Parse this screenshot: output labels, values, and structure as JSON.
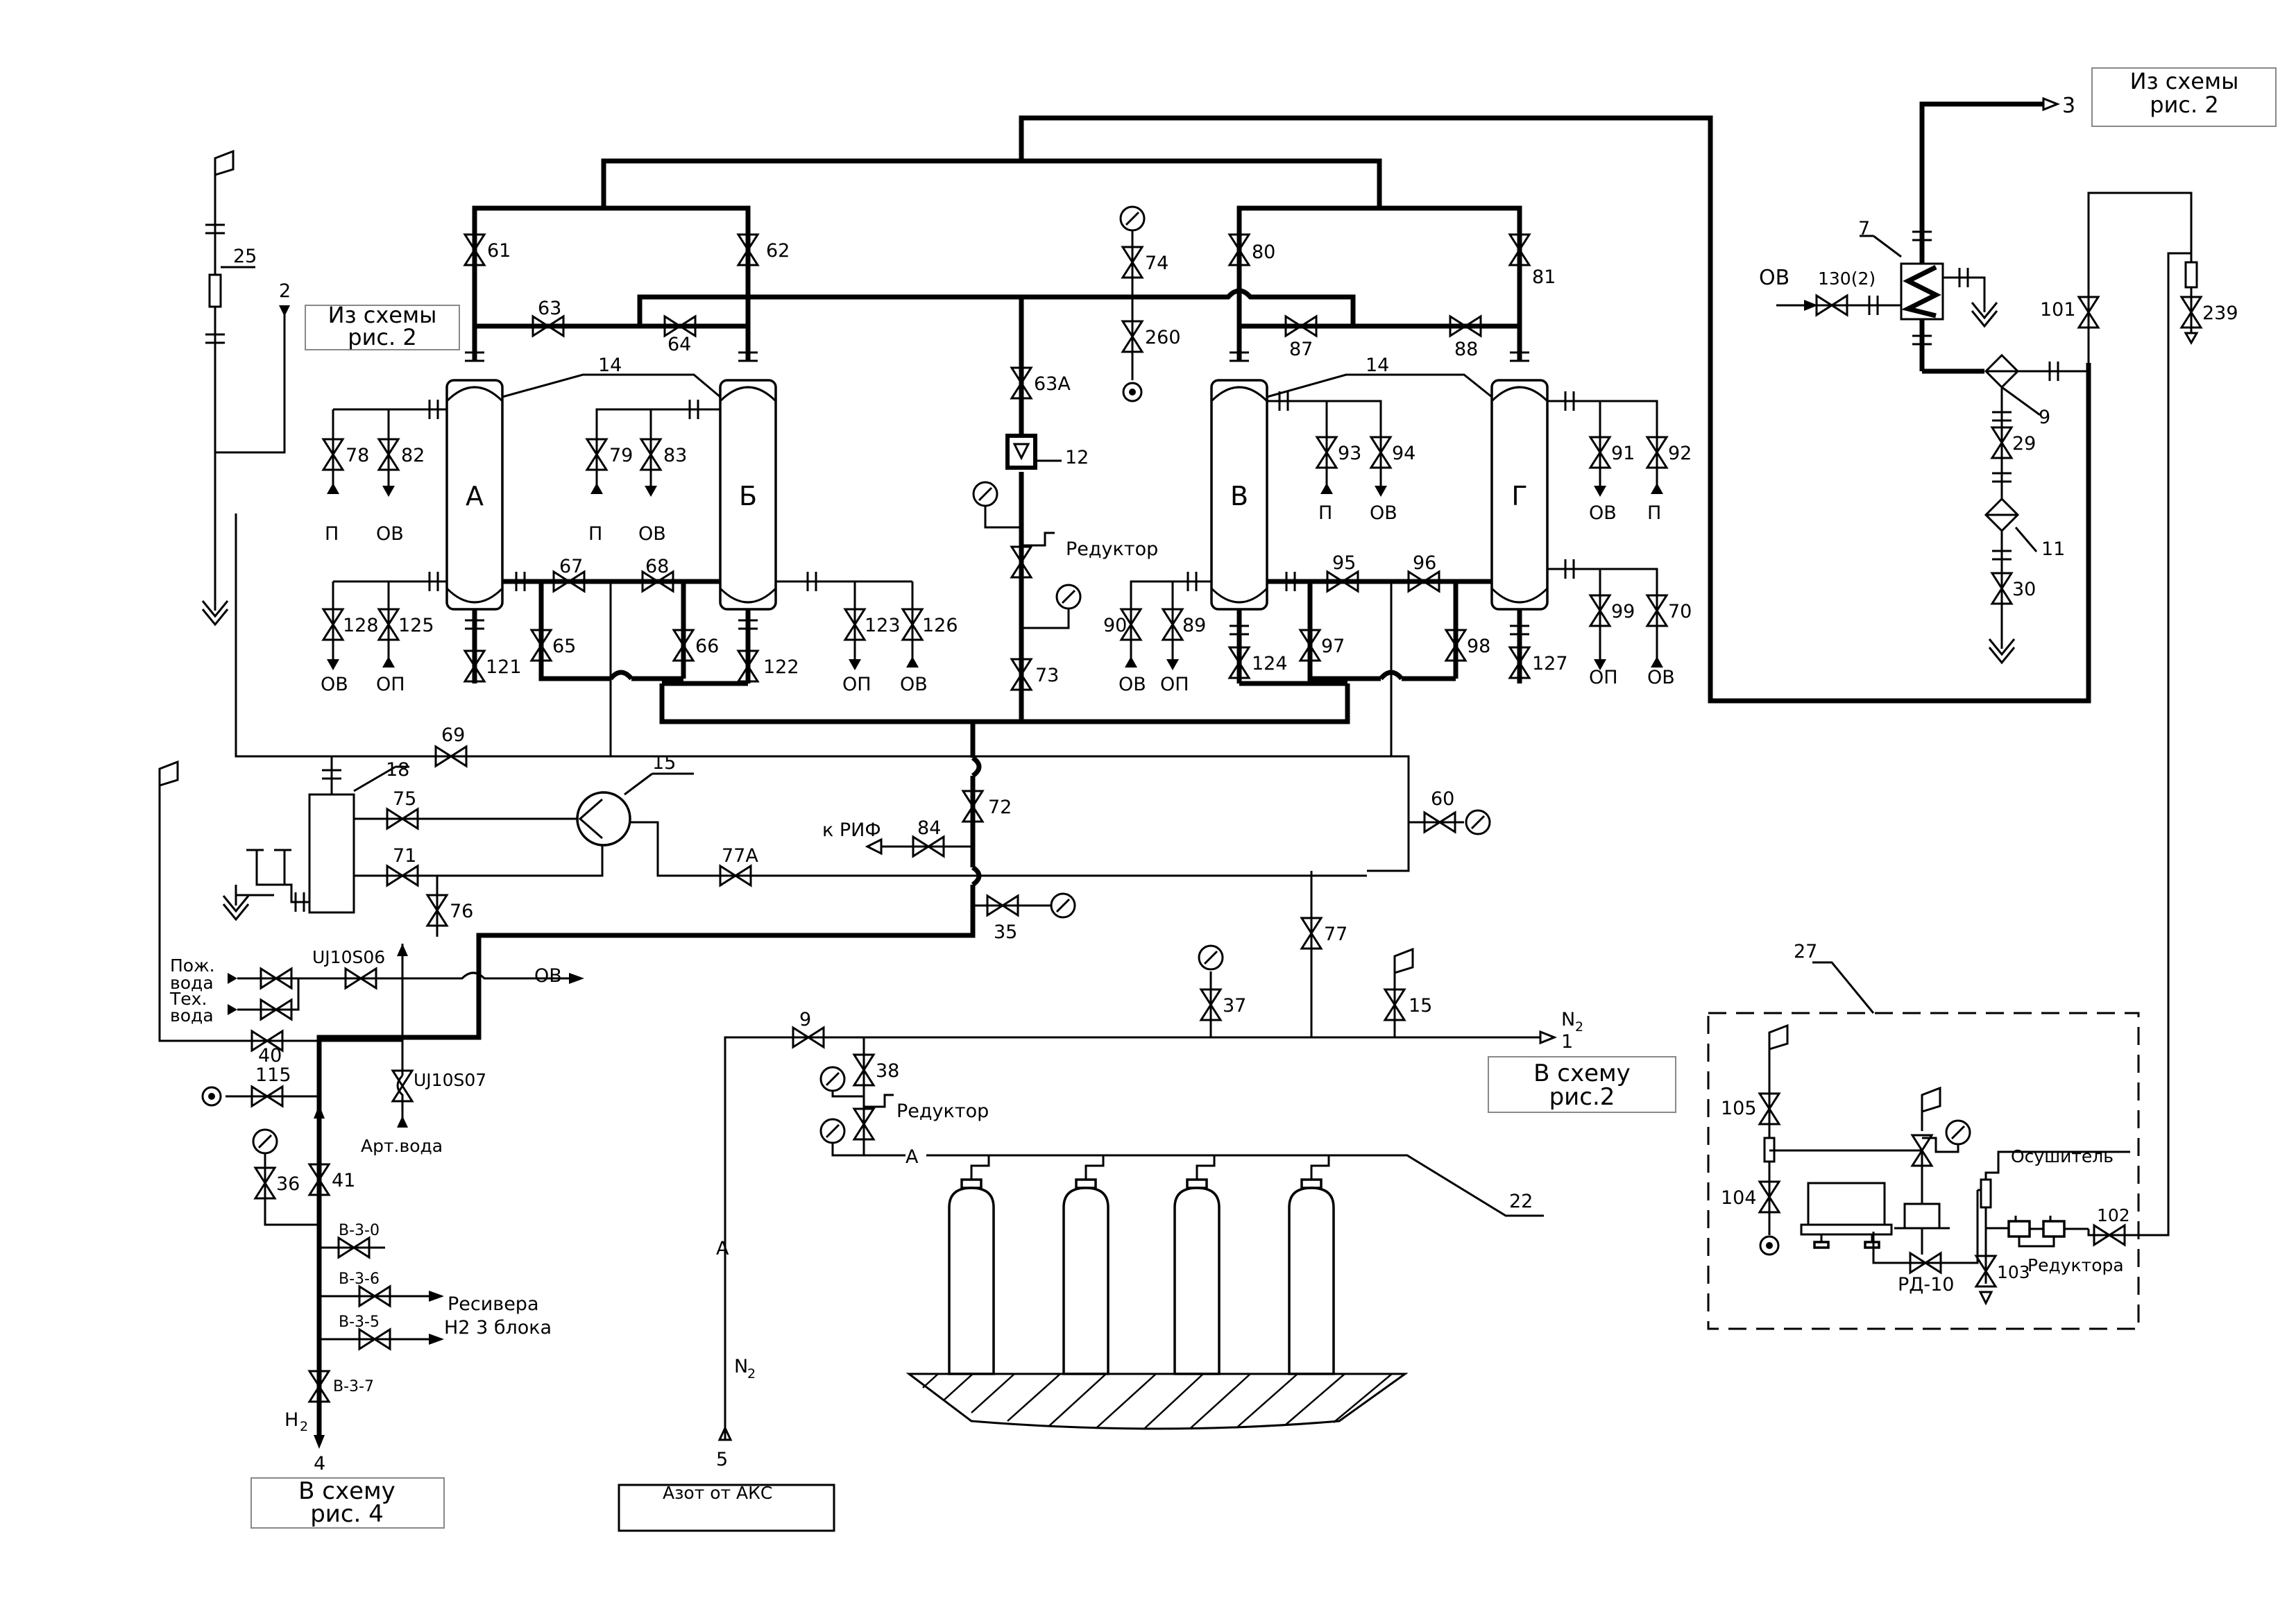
{
  "labels": {
    "from_scheme_1": "Из схемы",
    "from_scheme_1b": "рис. 2",
    "from_scheme_2": "Из схемы",
    "from_scheme_2b": "рис. 2",
    "to_scheme_2": "В схему",
    "to_scheme_2b": "рис.2",
    "to_scheme_4": "В схему",
    "to_scheme_4b": "рис. 4",
    "nitrogen_from_aks": "Азот от АКС",
    "reducer_1": "Редуктор",
    "reducer_2": "Редуктор",
    "reducers": "Редуктора",
    "dryer": "Осушитель",
    "rd10": "РД-10",
    "to_rif": "к РИФ",
    "fire_water_1": "Пож.",
    "fire_water_2": "вода",
    "tech_water_1": "Тех.",
    "tech_water_2": "вода",
    "art_water": "Арт.вода",
    "receivers_1": "Ресивера",
    "receivers_2": "H2 3 блока",
    "ov_out": "ОВ",
    "ov_in": "ОВ",
    "h2_out": "H",
    "h2_sub": "2",
    "n2_right": "N",
    "n2_right_sub": "2",
    "n2_left": "N",
    "n2_left_sub": "2",
    "vessel_a": "А",
    "vessel_b": "Б",
    "vessel_v": "В",
    "vessel_g": "Г",
    "pipe_a_1": "А",
    "pipe_a_2": "А",
    "uj1": "UJ10S06",
    "uj2": "UJ10S07",
    "b30": "В-3-0",
    "b36": "В-3-6",
    "b35": "В-3-5",
    "b37": "В-3-7"
  },
  "connectors": {
    "c1": "1",
    "c2": "2",
    "c3": "3",
    "c4": "4",
    "c5": "5"
  },
  "drains": {
    "d78": "П",
    "d82": "ОВ",
    "d79": "П",
    "d83": "ОВ",
    "d128": "ОВ",
    "d125": "ОП",
    "d123": "ОП",
    "d126": "ОВ",
    "d93": "П",
    "d94": "ОВ",
    "d91": "ОВ",
    "d92": "П",
    "d90": "ОВ",
    "d89": "ОП",
    "d99": "ОП",
    "d70": "ОВ"
  },
  "valves": {
    "v61": "61",
    "v62": "62",
    "v63": "63",
    "v64": "64",
    "v80": "80",
    "v81": "81",
    "v87": "87",
    "v88": "88",
    "v74": "74",
    "v260": "260",
    "v63a": "63А",
    "v73": "73",
    "v78": "78",
    "v82": "82",
    "v79": "79",
    "v83": "83",
    "v128": "128",
    "v125": "125",
    "v121": "121",
    "v65": "65",
    "v67": "67",
    "v68": "68",
    "v66": "66",
    "v122": "122",
    "v123": "123",
    "v126": "126",
    "v93": "93",
    "v94": "94",
    "v91": "91",
    "v92": "92",
    "v90": "90",
    "v89": "89",
    "v124": "124",
    "v97": "97",
    "v95": "95",
    "v96": "96",
    "v98": "98",
    "v127": "127",
    "v99": "99",
    "v70": "70",
    "v69": "69",
    "v75": "75",
    "v71": "71",
    "v76": "76",
    "v72": "72",
    "v84": "84",
    "v77a": "77А",
    "v60": "60",
    "v35": "35",
    "v77": "77",
    "v37": "37",
    "v15": "15",
    "v9": "9",
    "v38": "38",
    "v40": "40",
    "v115": "115",
    "v36": "36",
    "v41": "41",
    "v130": "130(2)",
    "v101": "101",
    "v239": "239",
    "v29": "29",
    "v30": "30",
    "v105": "105",
    "v104": "104",
    "v103": "103",
    "v102": "102"
  },
  "items": {
    "i25": "25",
    "i14a": "14",
    "i14b": "14",
    "i12": "12",
    "i18": "18",
    "i15": "15",
    "i7": "7",
    "i9": "9",
    "i11": "11",
    "i27": "27",
    "i22": "22"
  }
}
